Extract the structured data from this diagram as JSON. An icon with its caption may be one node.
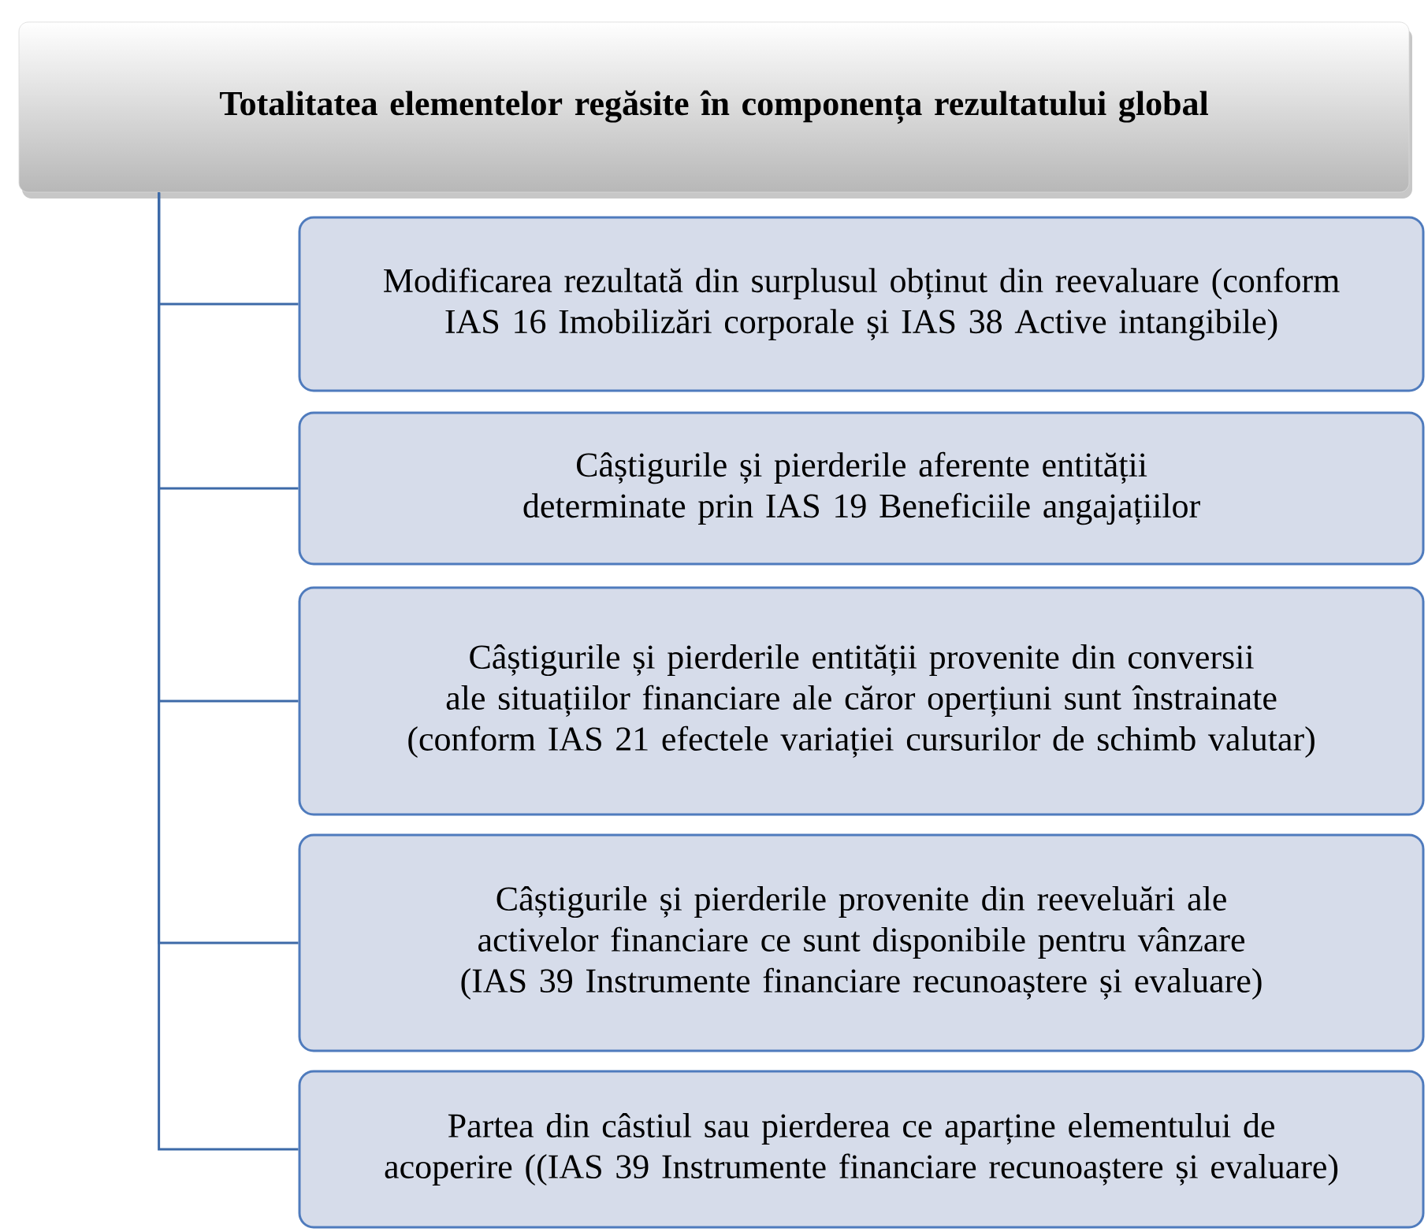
{
  "diagram": {
    "nodes": [
      {
        "text": [
          "Totalitatea elementelor regăsite în componența rezultatului global"
        ]
      },
      {
        "text": [
          "Modificarea rezultată din surplusul obținut din reevaluare  (conform IAS 16 Imobilizări corporale și IAS 38 Active intangibile)"
        ]
      },
      {
        "text": [
          "Câștigurile și pierderile aferente entității determinate prin IAS 19 Beneficiile angajațiilor"
        ]
      },
      {
        "text": [
          "Câștigurile și pierderile entității provenite din conversii ale situațiilor financiare ale căror operțiuni sunt înstrainate  (conform IAS 21 efectele variației cursurilor de schimb valutar)"
        ]
      },
      {
        "text": [
          "Câștigurile și pierderile provenite din reeveluări ale activelor financiare ce sunt disponibile pentru vânzare (IAS 39 Instrumente financiare recunoaștere și evaluare)"
        ]
      },
      {
        "text": [
          "Partea din câstiul sau pierderea ce aparține elementului de acoperire ((IAS 39 Instrumente financiare recunoaștere și evaluare)"
        ]
      }
    ],
    "edges": [
      {
        "from": 0,
        "to": 1,
        "arrow": "none"
      },
      {
        "from": 0,
        "to": 2,
        "arrow": "none"
      },
      {
        "from": 0,
        "to": 3,
        "arrow": "none"
      },
      {
        "from": 0,
        "to": 4,
        "arrow": "none"
      },
      {
        "from": 0,
        "to": 5,
        "arrow": "none"
      }
    ]
  }
}
